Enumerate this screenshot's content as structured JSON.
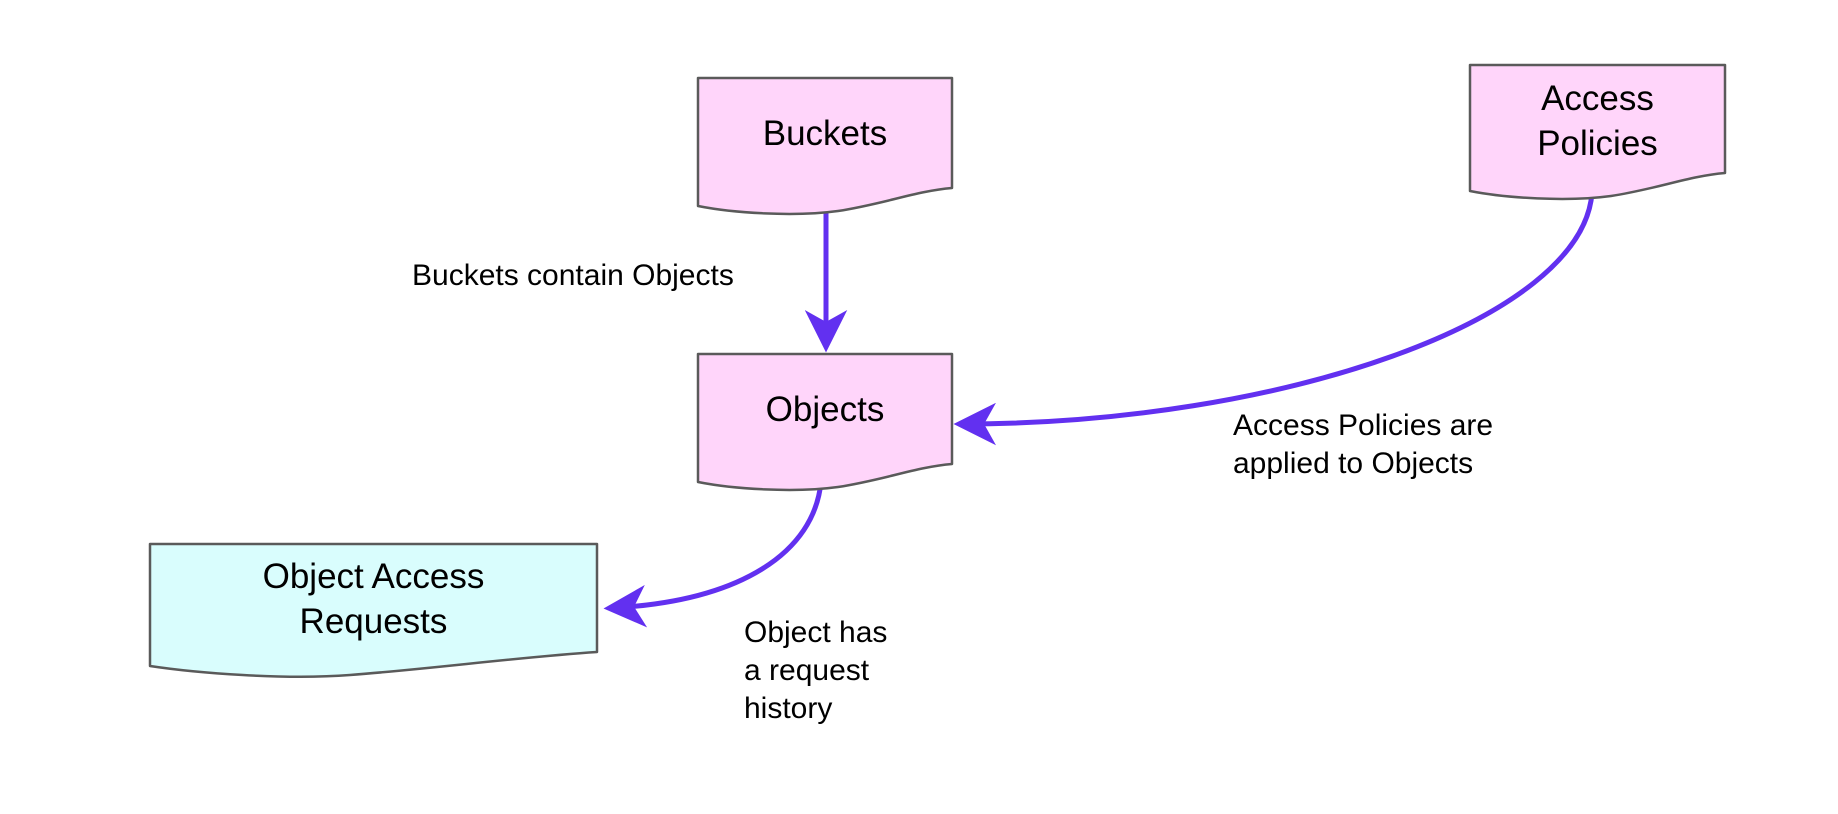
{
  "diagram": {
    "colors": {
      "background": "#ffffff",
      "arrow": "#6230f0",
      "node_border": "#5a5a5a",
      "node_pink": "#ffd5fa",
      "node_cyan": "#d9fdfd",
      "text": "#000000"
    },
    "nodes": {
      "buckets": {
        "label": "Buckets",
        "fill": "#ffd5fa"
      },
      "access_policies": {
        "label": "Access\nPolicies",
        "fill": "#ffd5fa"
      },
      "objects": {
        "label": "Objects",
        "fill": "#ffd5fa"
      },
      "object_access_requests": {
        "label": "Object Access\nRequests",
        "fill": "#d9fdfd"
      }
    },
    "edges": {
      "buckets_to_objects": {
        "label": "Buckets contain Objects"
      },
      "access_policies_to_objects": {
        "label": "Access Policies are\napplied to Objects"
      },
      "objects_to_object_access_requests": {
        "label": "Object has\na request\nhistory"
      }
    }
  }
}
